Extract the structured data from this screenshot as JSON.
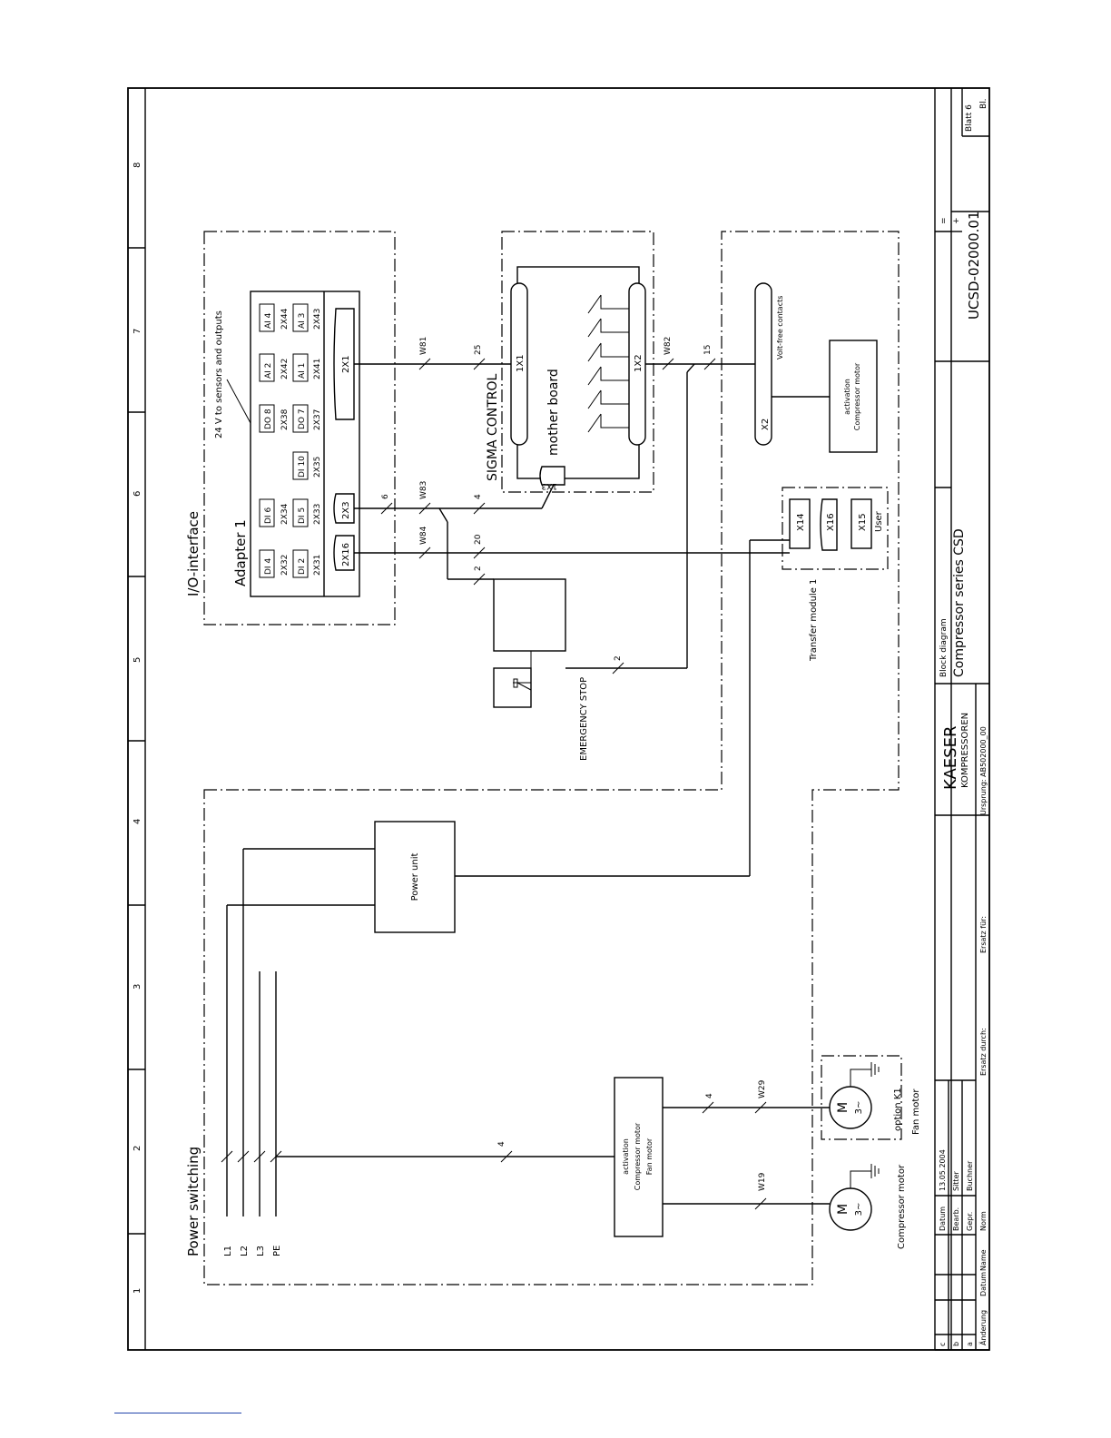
{
  "frame": {
    "columns": [
      "1",
      "2",
      "3",
      "4",
      "5",
      "6",
      "7",
      "8"
    ]
  },
  "sections": {
    "power_switching": "Power switching",
    "io_interface": "I/O-interface",
    "adapter": "Adapter 1",
    "sensors_note": "24 V to sensors and outputs",
    "sigma_control": "SIGMA CONTROL",
    "mother_board": "mother board",
    "transfer_module": "Transfer module 1",
    "emergency_stop": "EMERGENCY STOP",
    "volt_free": "Volt-free contacts",
    "power_unit": "Power unit"
  },
  "lines": [
    "L1",
    "L2",
    "L3",
    "PE"
  ],
  "adapter_modules": [
    {
      "top": "DI 4",
      "mid": "2X32",
      "bot": "DI 2",
      "sub": "2X31"
    },
    {
      "top": "DI 6",
      "mid": "2X34",
      "bot": "DI 5",
      "sub": "2X33"
    },
    {
      "top": "",
      "mid": "",
      "bot": "DI 10",
      "sub": "2X35"
    },
    {
      "top": "DO 8",
      "mid": "2X38",
      "bot": "DO 7",
      "sub": "2X37"
    },
    {
      "top": "AI 2",
      "mid": "2X42",
      "bot": "AI 1",
      "sub": "2X41"
    },
    {
      "top": "AI 4",
      "mid": "2X44",
      "bot": "AI 3",
      "sub": "2X43"
    }
  ],
  "connectors": {
    "c2x16": "2X16",
    "c2x3": "2X3",
    "c2x1": "2X1",
    "c1x1": "1X1",
    "c1x2": "1X2",
    "c1x3": "1X3",
    "x14": "X14",
    "x16": "X16",
    "x15": "X15",
    "user": "User",
    "x2": "X2"
  },
  "cables": {
    "w81": "W81",
    "w82": "W82",
    "w83": "W83",
    "w84": "W84",
    "w19": "W19",
    "w29": "W29",
    "n25": "25",
    "n15": "15",
    "n6": "6",
    "n4a": "4",
    "n20": "20",
    "n2a": "2",
    "n2b": "2",
    "n4b": "4",
    "n4c": "4"
  },
  "activation_box": [
    "activation",
    "Compressor motor",
    "Fan motor"
  ],
  "activation_box2": [
    "activation",
    "Compressor motor"
  ],
  "motors": {
    "m1_top": "M",
    "m1_bot": "3~",
    "m2_top": "M",
    "m2_bot": "3~",
    "compressor_motor": "Compressor motor",
    "option_k1": "option K1",
    "fan_motor": "Fan motor"
  },
  "titleblock": {
    "company": "KAESER",
    "company_sub": "KOMPRESSOREN",
    "type": "Block diagram",
    "title": "Compressor series CSD",
    "drawing_no": "UCSD-02000.01",
    "sheet": "Blatt 6",
    "bl": "Bl.",
    "origin": "Ursprung: AB502000_00",
    "ersatz_fuer": "Ersatz für:",
    "ersatz_durch": "Ersatz durch:",
    "eq": "=",
    "plus": "+",
    "datum_lbl": "Datum",
    "datum_val": "13.05.2004",
    "bearb_lbl": "Bearb.",
    "bearb_val": "Sitter",
    "gepr_lbl": "Gepr.",
    "gepr_val": "Buchner",
    "norm_lbl": "Norm",
    "name_lbl": "Name",
    "datum2_lbl": "Datum",
    "aend_lbl": "Änderung",
    "rev": [
      "a",
      "b",
      "c"
    ]
  }
}
